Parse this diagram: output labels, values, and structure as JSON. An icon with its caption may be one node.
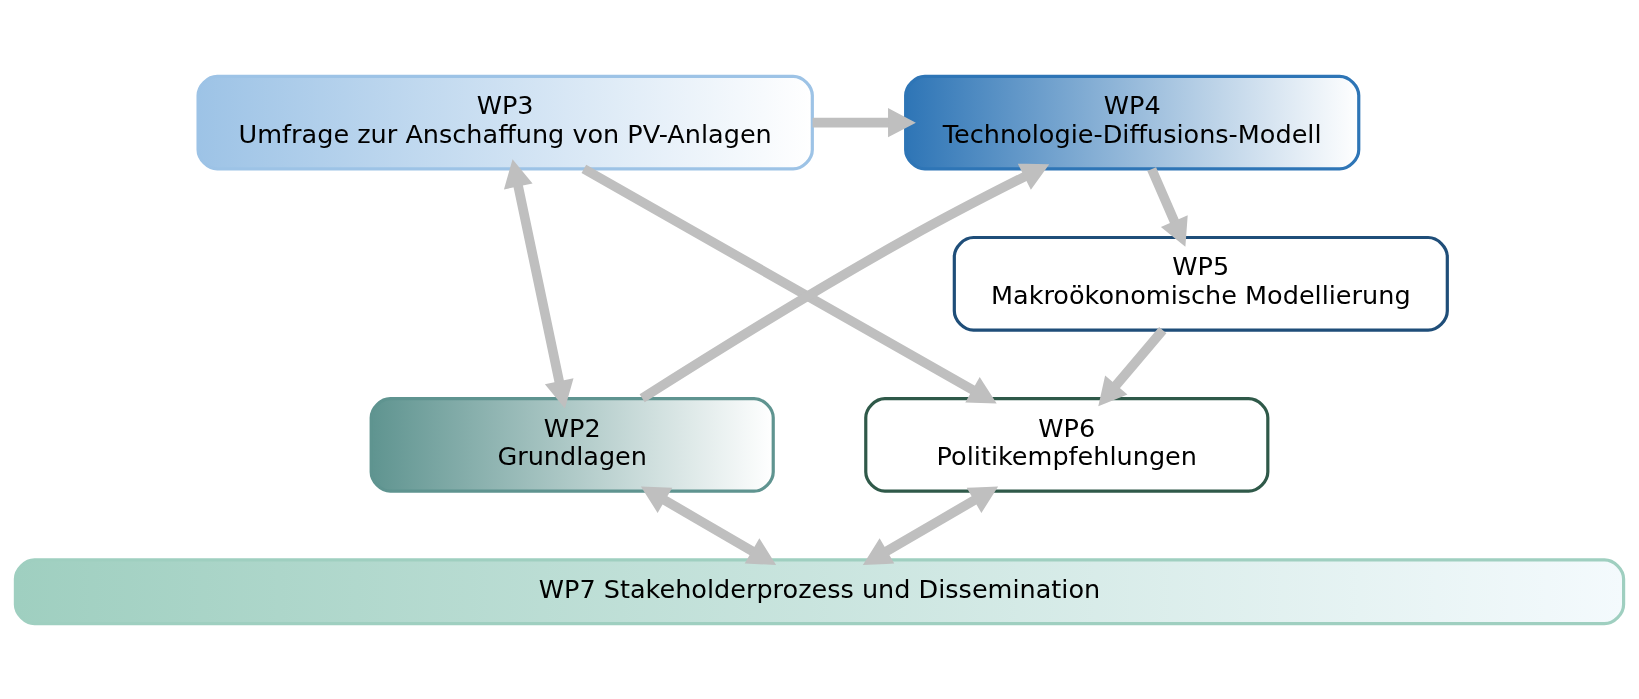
{
  "diagram": {
    "nodes": [
      {
        "text": [
          "WP4",
          "Technologie-Diffusions-Modell"
        ]
      },
      {
        "text": [
          "WP3",
          "Umfrage zur Anschaffung von PV-Anlagen"
        ]
      },
      {
        "text": [
          "WP5",
          "Makroökonomische Modellierung"
        ]
      },
      {
        "text": [
          "WP2",
          "Grundlagen"
        ]
      },
      {
        "text": [
          "WP6",
          "Politikempfehlungen"
        ]
      },
      {
        "text": [
          "WP7 Stakeholderprozess und Dissemination"
        ]
      }
    ],
    "edges": [
      {
        "from": 1,
        "to": 0,
        "arrow": "to"
      },
      {
        "from": 1,
        "to": 4,
        "arrow": "to"
      },
      {
        "from": 0,
        "to": 2,
        "arrow": "to"
      },
      {
        "from": 2,
        "to": 4,
        "arrow": "to"
      },
      {
        "from": 1,
        "to": 3,
        "arrow": "both"
      },
      {
        "from": 3,
        "to": 0,
        "arrow": "to"
      },
      {
        "from": 3,
        "to": 5,
        "arrow": "both"
      },
      {
        "from": 4,
        "to": 5,
        "arrow": "both"
      }
    ]
  }
}
